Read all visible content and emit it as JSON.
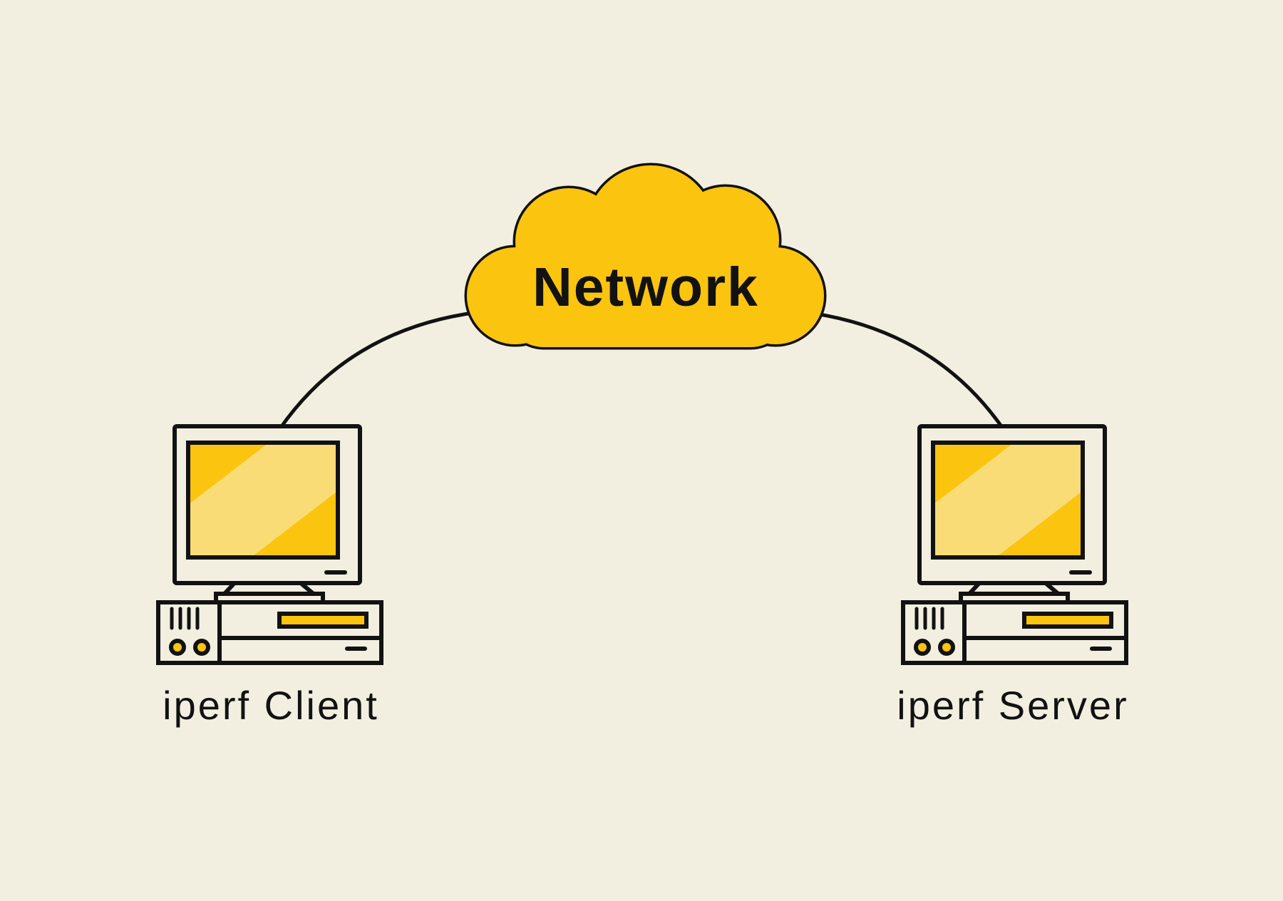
{
  "cloud": {
    "label": "Network"
  },
  "nodes": {
    "client": {
      "label": "iperf Client"
    },
    "server": {
      "label": "iperf Server"
    }
  },
  "colors": {
    "background": "#F2EFE1",
    "yellow": "#FBC40F",
    "yellow_light": "#F9DC76",
    "outline": "#121212"
  }
}
